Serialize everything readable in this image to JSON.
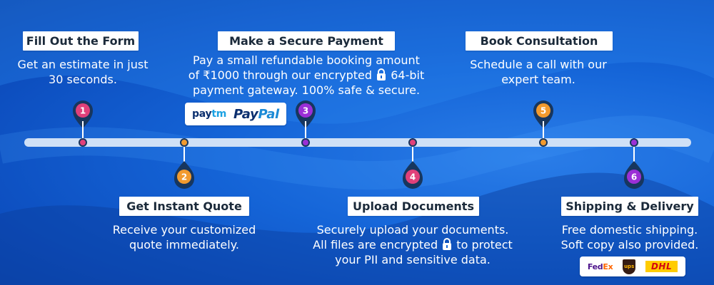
{
  "steps": [
    {
      "number": "1",
      "title": "Fill Out the Form",
      "lines": [
        "Get an estimate in just",
        "30 seconds."
      ],
      "color": "#e0407a"
    },
    {
      "number": "2",
      "title": "Get Instant Quote",
      "lines": [
        "Receive your customized",
        "quote immediately."
      ],
      "color": "#f29a2e"
    },
    {
      "number": "3",
      "title": "Make a Secure Payment",
      "lines": [
        "Pay a small refundable booking amount",
        "of ₹1000 through our encrypted",
        "64-bit",
        "payment gateway. 100% safe & secure."
      ],
      "color": "#9b2fd6"
    },
    {
      "number": "4",
      "title": "Upload Documents",
      "lines": [
        "Securely upload your documents.",
        "All files are encrypted",
        "to protect",
        "your PII and sensitive data."
      ],
      "color": "#e0407a"
    },
    {
      "number": "5",
      "title": "Book Consultation",
      "lines": [
        "Schedule a call with our",
        "expert team."
      ],
      "color": "#f29a2e"
    },
    {
      "number": "6",
      "title": "Shipping & Delivery",
      "lines": [
        "Free domestic shipping.",
        "Soft copy also provided."
      ],
      "color": "#9b2fd6"
    }
  ],
  "payment_logos": {
    "paytm_a": "pay",
    "paytm_b": "tm",
    "paypal_a": "Pay",
    "paypal_b": "Pal"
  },
  "shipping_logos": {
    "fedex_a": "Fed",
    "fedex_b": "Ex",
    "ups": "ups",
    "dhl": "DHL"
  },
  "icons": [
    "lock-icon",
    "map-pin-icon"
  ]
}
